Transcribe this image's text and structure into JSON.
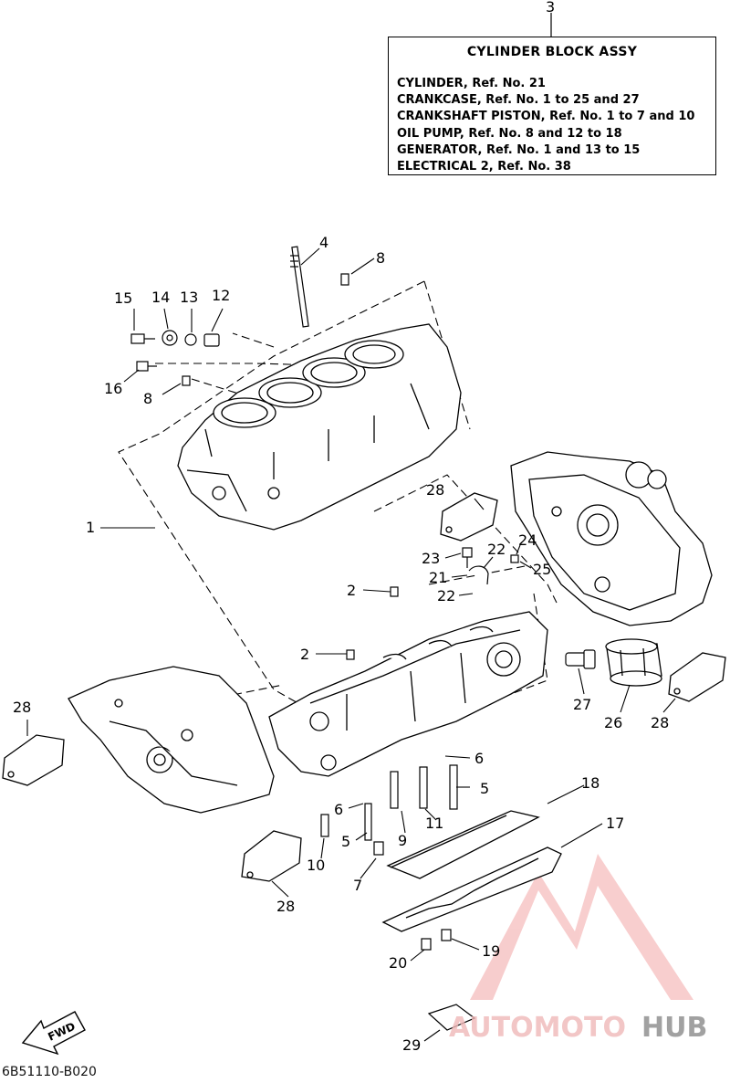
{
  "diagram_title": "CYLINDER BLOCK ASSY",
  "assembly_ref": "3",
  "assembly_notes": [
    "CYLINDER, Ref. No. 21",
    "CRANKCASE, Ref. No. 1 to 25 and 27",
    "CRANKSHAFT PISTON, Ref. No. 1 to 7 and 10",
    "OIL PUMP, Ref. No. 8 and 12 to 18",
    "GENERATOR, Ref. No. 1 and 13 to 15",
    "ELECTRICAL 2, Ref. No. 38"
  ],
  "fwd_label": "FWD",
  "drawing_code": "6B51110-B020",
  "watermark": {
    "brand_a": "AUTOMOTO",
    "brand_b": "HUB",
    "color_a": "#f0b8b8",
    "color_b": "#8a8a8a"
  },
  "callouts": [
    {
      "id": "c4",
      "label": "4"
    },
    {
      "id": "c8a",
      "label": "8"
    },
    {
      "id": "c15",
      "label": "15"
    },
    {
      "id": "c14",
      "label": "14"
    },
    {
      "id": "c13",
      "label": "13"
    },
    {
      "id": "c12",
      "label": "12"
    },
    {
      "id": "c16",
      "label": "16"
    },
    {
      "id": "c8b",
      "label": "8"
    },
    {
      "id": "c1",
      "label": "1"
    },
    {
      "id": "c28a",
      "label": "28"
    },
    {
      "id": "c24",
      "label": "24"
    },
    {
      "id": "c23",
      "label": "23"
    },
    {
      "id": "c22a",
      "label": "22"
    },
    {
      "id": "c25",
      "label": "25"
    },
    {
      "id": "c21",
      "label": "21"
    },
    {
      "id": "c2a",
      "label": "2"
    },
    {
      "id": "c22b",
      "label": "22"
    },
    {
      "id": "c2b",
      "label": "2"
    },
    {
      "id": "c27",
      "label": "27"
    },
    {
      "id": "c26",
      "label": "26"
    },
    {
      "id": "c28b",
      "label": "28"
    },
    {
      "id": "c28c",
      "label": "28"
    },
    {
      "id": "c6a",
      "label": "6"
    },
    {
      "id": "c5a",
      "label": "5"
    },
    {
      "id": "c18",
      "label": "18"
    },
    {
      "id": "c6b",
      "label": "6"
    },
    {
      "id": "c5b",
      "label": "5"
    },
    {
      "id": "c9",
      "label": "9"
    },
    {
      "id": "c11",
      "label": "11"
    },
    {
      "id": "c10",
      "label": "10"
    },
    {
      "id": "c7",
      "label": "7"
    },
    {
      "id": "c17",
      "label": "17"
    },
    {
      "id": "c28d",
      "label": "28"
    },
    {
      "id": "c19",
      "label": "19"
    },
    {
      "id": "c20",
      "label": "20"
    },
    {
      "id": "c29",
      "label": "29"
    }
  ]
}
